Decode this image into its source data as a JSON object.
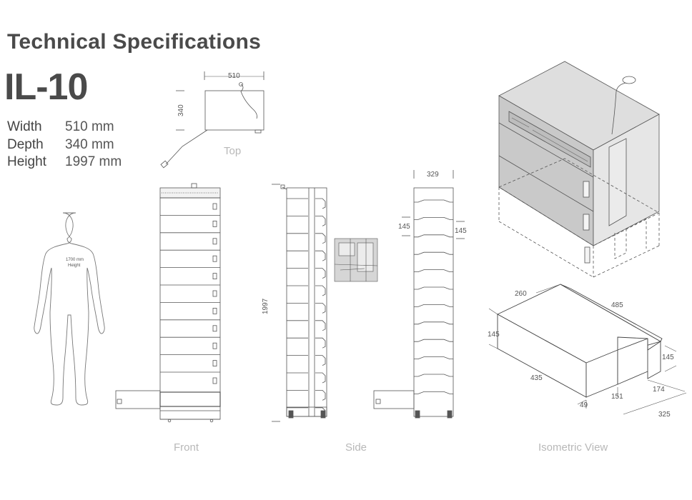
{
  "title": "Technical Specifications",
  "model": "IL-10",
  "specs": [
    {
      "label": "Width",
      "value": "510 mm"
    },
    {
      "label": "Depth",
      "value": "340 mm"
    },
    {
      "label": "Height",
      "value": "1997 mm"
    }
  ],
  "captions": {
    "top": "Top",
    "front": "Front",
    "side": "Side",
    "isometric": "Isometric View"
  },
  "figure": {
    "height_line1": "1700 mm",
    "height_line2": "Height"
  },
  "top_view": {
    "width": "510",
    "depth": "340"
  },
  "side_view": {
    "height": "1997"
  },
  "back_view": {
    "width": "329",
    "slot_left": "145",
    "slot_right": "145"
  },
  "box_dims": {
    "d260": "260",
    "d485": "485",
    "d145_left": "145",
    "d145_right": "145",
    "d435": "435",
    "d151": "151",
    "d174": "174",
    "d49": "49",
    "d325": "325"
  },
  "colors": {
    "line": "#555555",
    "caption": "#b8b8b8",
    "fill": "#dcdcdc"
  }
}
